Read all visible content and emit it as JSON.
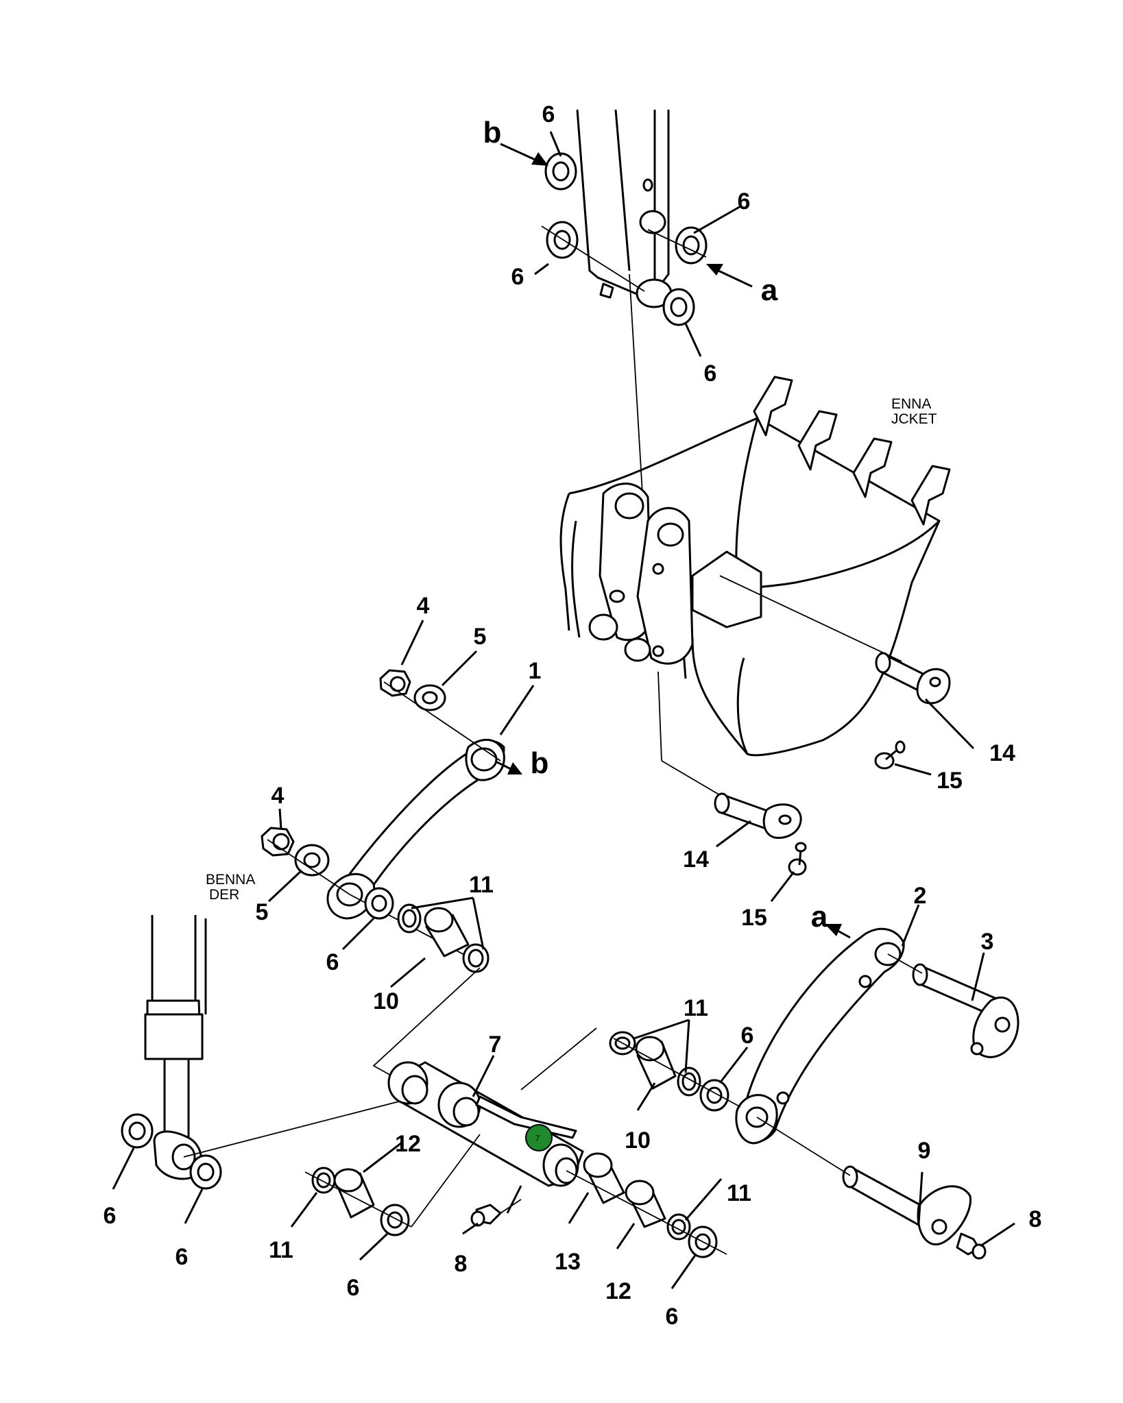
{
  "labels": {
    "n1": "1",
    "n2": "2",
    "n3": "3",
    "n4_top": "4",
    "n4_mid": "4",
    "n5_top": "5",
    "n5_mid": "5",
    "n6_topleft": "6",
    "n6_topright": "6",
    "n6_midleft": "6",
    "n6_arm_bottom": "6",
    "n6_link": "6",
    "n6_right_group": "6",
    "n6_cyl_left": "6",
    "n6_cyl_bottom": "6",
    "n6_bottom_mid": "6",
    "n6_bottom_right": "6",
    "n7": "7",
    "n8_left": "8",
    "n8_right": "8",
    "n9": "9",
    "n10_left": "10",
    "n10_right": "10",
    "n11_upper": "11",
    "n11_right_group": "11",
    "n11_bottom_left": "11",
    "n11_bottom_right": "11",
    "n12_left": "12",
    "n12_right": "12",
    "n13": "13",
    "n14_right": "14",
    "n14_bottom": "14",
    "n15_right": "15",
    "n15_bottom": "15"
  },
  "references": {
    "b_top": "b",
    "a_top": "a",
    "b_link": "b",
    "a_link": "a"
  },
  "notes": {
    "bucket_line1": "ENNA",
    "bucket_line2": "JCKET",
    "cylinder_line1": "BENNA",
    "cylinder_line2": "DER"
  },
  "hotspot": {
    "label": "7",
    "color": "#1f8a2b"
  }
}
